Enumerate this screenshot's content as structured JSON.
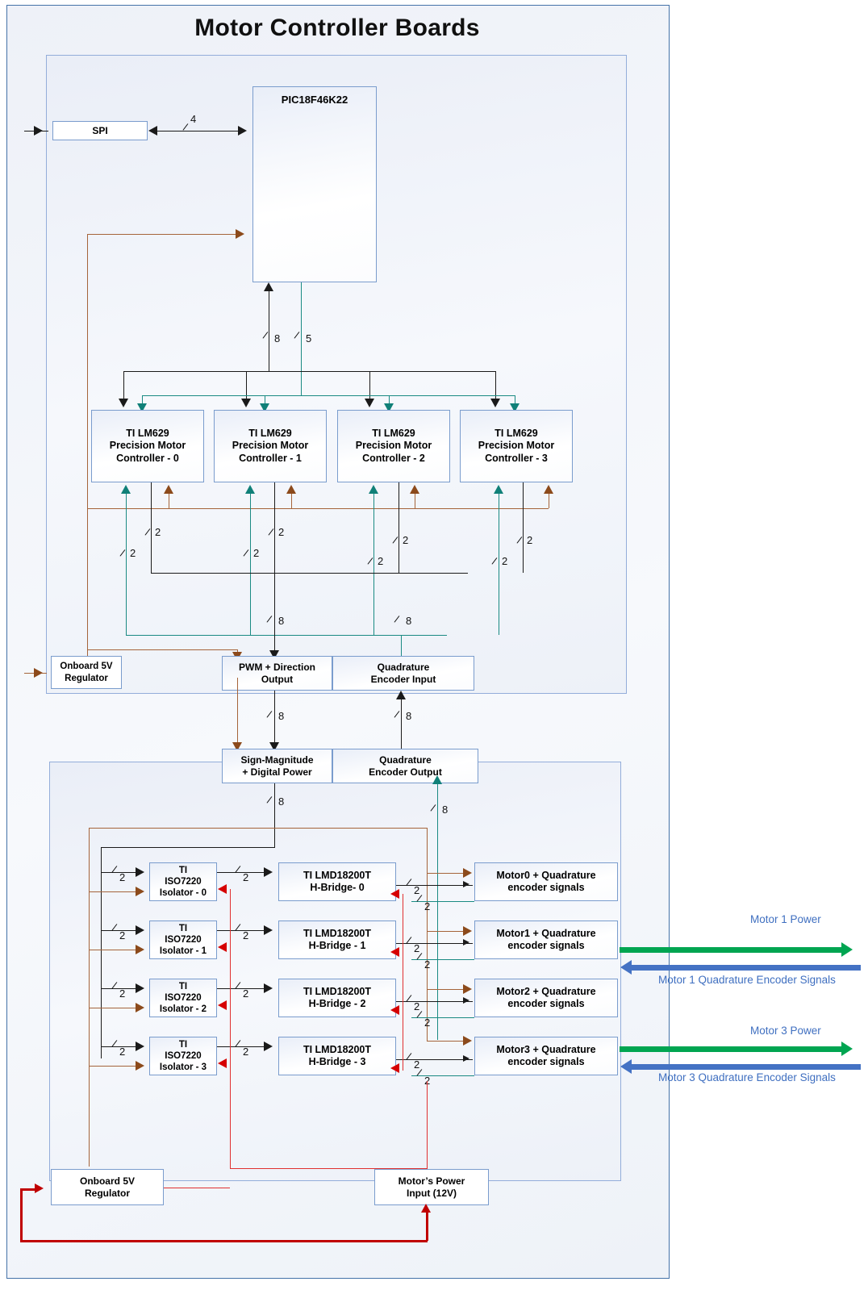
{
  "title": "Motor Controller Boards",
  "top_board": {
    "spi": "SPI",
    "mcu": "PIC18F46K22",
    "spi_bus_bits": "4",
    "mcu_data_bits": "8",
    "mcu_ctrl_bits": "5",
    "controllers": [
      {
        "line1": "TI LM629",
        "line2": "Precision Motor",
        "line3": "Controller - 0"
      },
      {
        "line1": "TI LM629",
        "line2": "Precision Motor",
        "line3": "Controller - 1"
      },
      {
        "line1": "TI LM629",
        "line2": "Precision Motor",
        "line3": "Controller - 2"
      },
      {
        "line1": "TI LM629",
        "line2": "Precision Motor",
        "line3": "Controller - 3"
      }
    ],
    "controller_bus_bits": "2",
    "regulator": {
      "line1": "Onboard 5V",
      "line2": "Regulator"
    },
    "pwm_output": {
      "line1": "PWM + Direction",
      "line2": "Output"
    },
    "encoder_input": {
      "line1": "Quadrature",
      "line2": "Encoder Input"
    },
    "pwm_bus_bits": "8",
    "encoder_bus_bits": "8"
  },
  "bottom_board": {
    "sign_magnitude": {
      "line1": "Sign-Magnitude",
      "line2": "+ Digital Power"
    },
    "encoder_output": {
      "line1": "Quadrature",
      "line2": "Encoder Output"
    },
    "sign_bus_bits": "8",
    "encoder_bus_bits": "8",
    "isolators": [
      {
        "line1": "TI",
        "line2": "ISO7220",
        "line3": "Isolator - 0"
      },
      {
        "line1": "TI",
        "line2": "ISO7220",
        "line3": "Isolator - 1"
      },
      {
        "line1": "TI",
        "line2": "ISO7220",
        "line3": "Isolator - 2"
      },
      {
        "line1": "TI",
        "line2": "ISO7220",
        "line3": "Isolator - 3"
      }
    ],
    "hbridges": [
      {
        "line1": "TI LMD18200T",
        "line2": "H-Bridge- 0"
      },
      {
        "line1": "TI LMD18200T",
        "line2": "H-Bridge - 1"
      },
      {
        "line1": "TI LMD18200T",
        "line2": "H-Bridge - 2"
      },
      {
        "line1": "TI LMD18200T",
        "line2": "H-Bridge - 3"
      }
    ],
    "motors": [
      {
        "line1": "Motor0 + Quadrature",
        "line2": "encoder signals"
      },
      {
        "line1": "Motor1 + Quadrature",
        "line2": "encoder signals"
      },
      {
        "line1": "Motor2 + Quadrature",
        "line2": "encoder signals"
      },
      {
        "line1": "Motor3 + Quadrature",
        "line2": "encoder signals"
      }
    ],
    "pair_bits": "2",
    "regulator": {
      "line1": "Onboard 5V",
      "line2": "Regulator"
    },
    "motor_power": {
      "line1": "Motor’s Power",
      "line2": "Input (12V)"
    }
  },
  "external": {
    "motor1_power": "Motor 1 Power",
    "motor1_encoder": "Motor 1 Quadrature Encoder Signals",
    "motor3_power": "Motor 3 Power",
    "motor3_encoder": "Motor 3 Quadrature Encoder Signals"
  },
  "colors": {
    "frame": "#4472a8",
    "board": "#93adda",
    "signal_black": "#1a1a1a",
    "encoder_teal": "#1a8a83",
    "power_brown": "#a5643a",
    "motor_power_red": "#c00000",
    "ext_power_green": "#00A551",
    "ext_encoder_blue": "#4472C4"
  }
}
